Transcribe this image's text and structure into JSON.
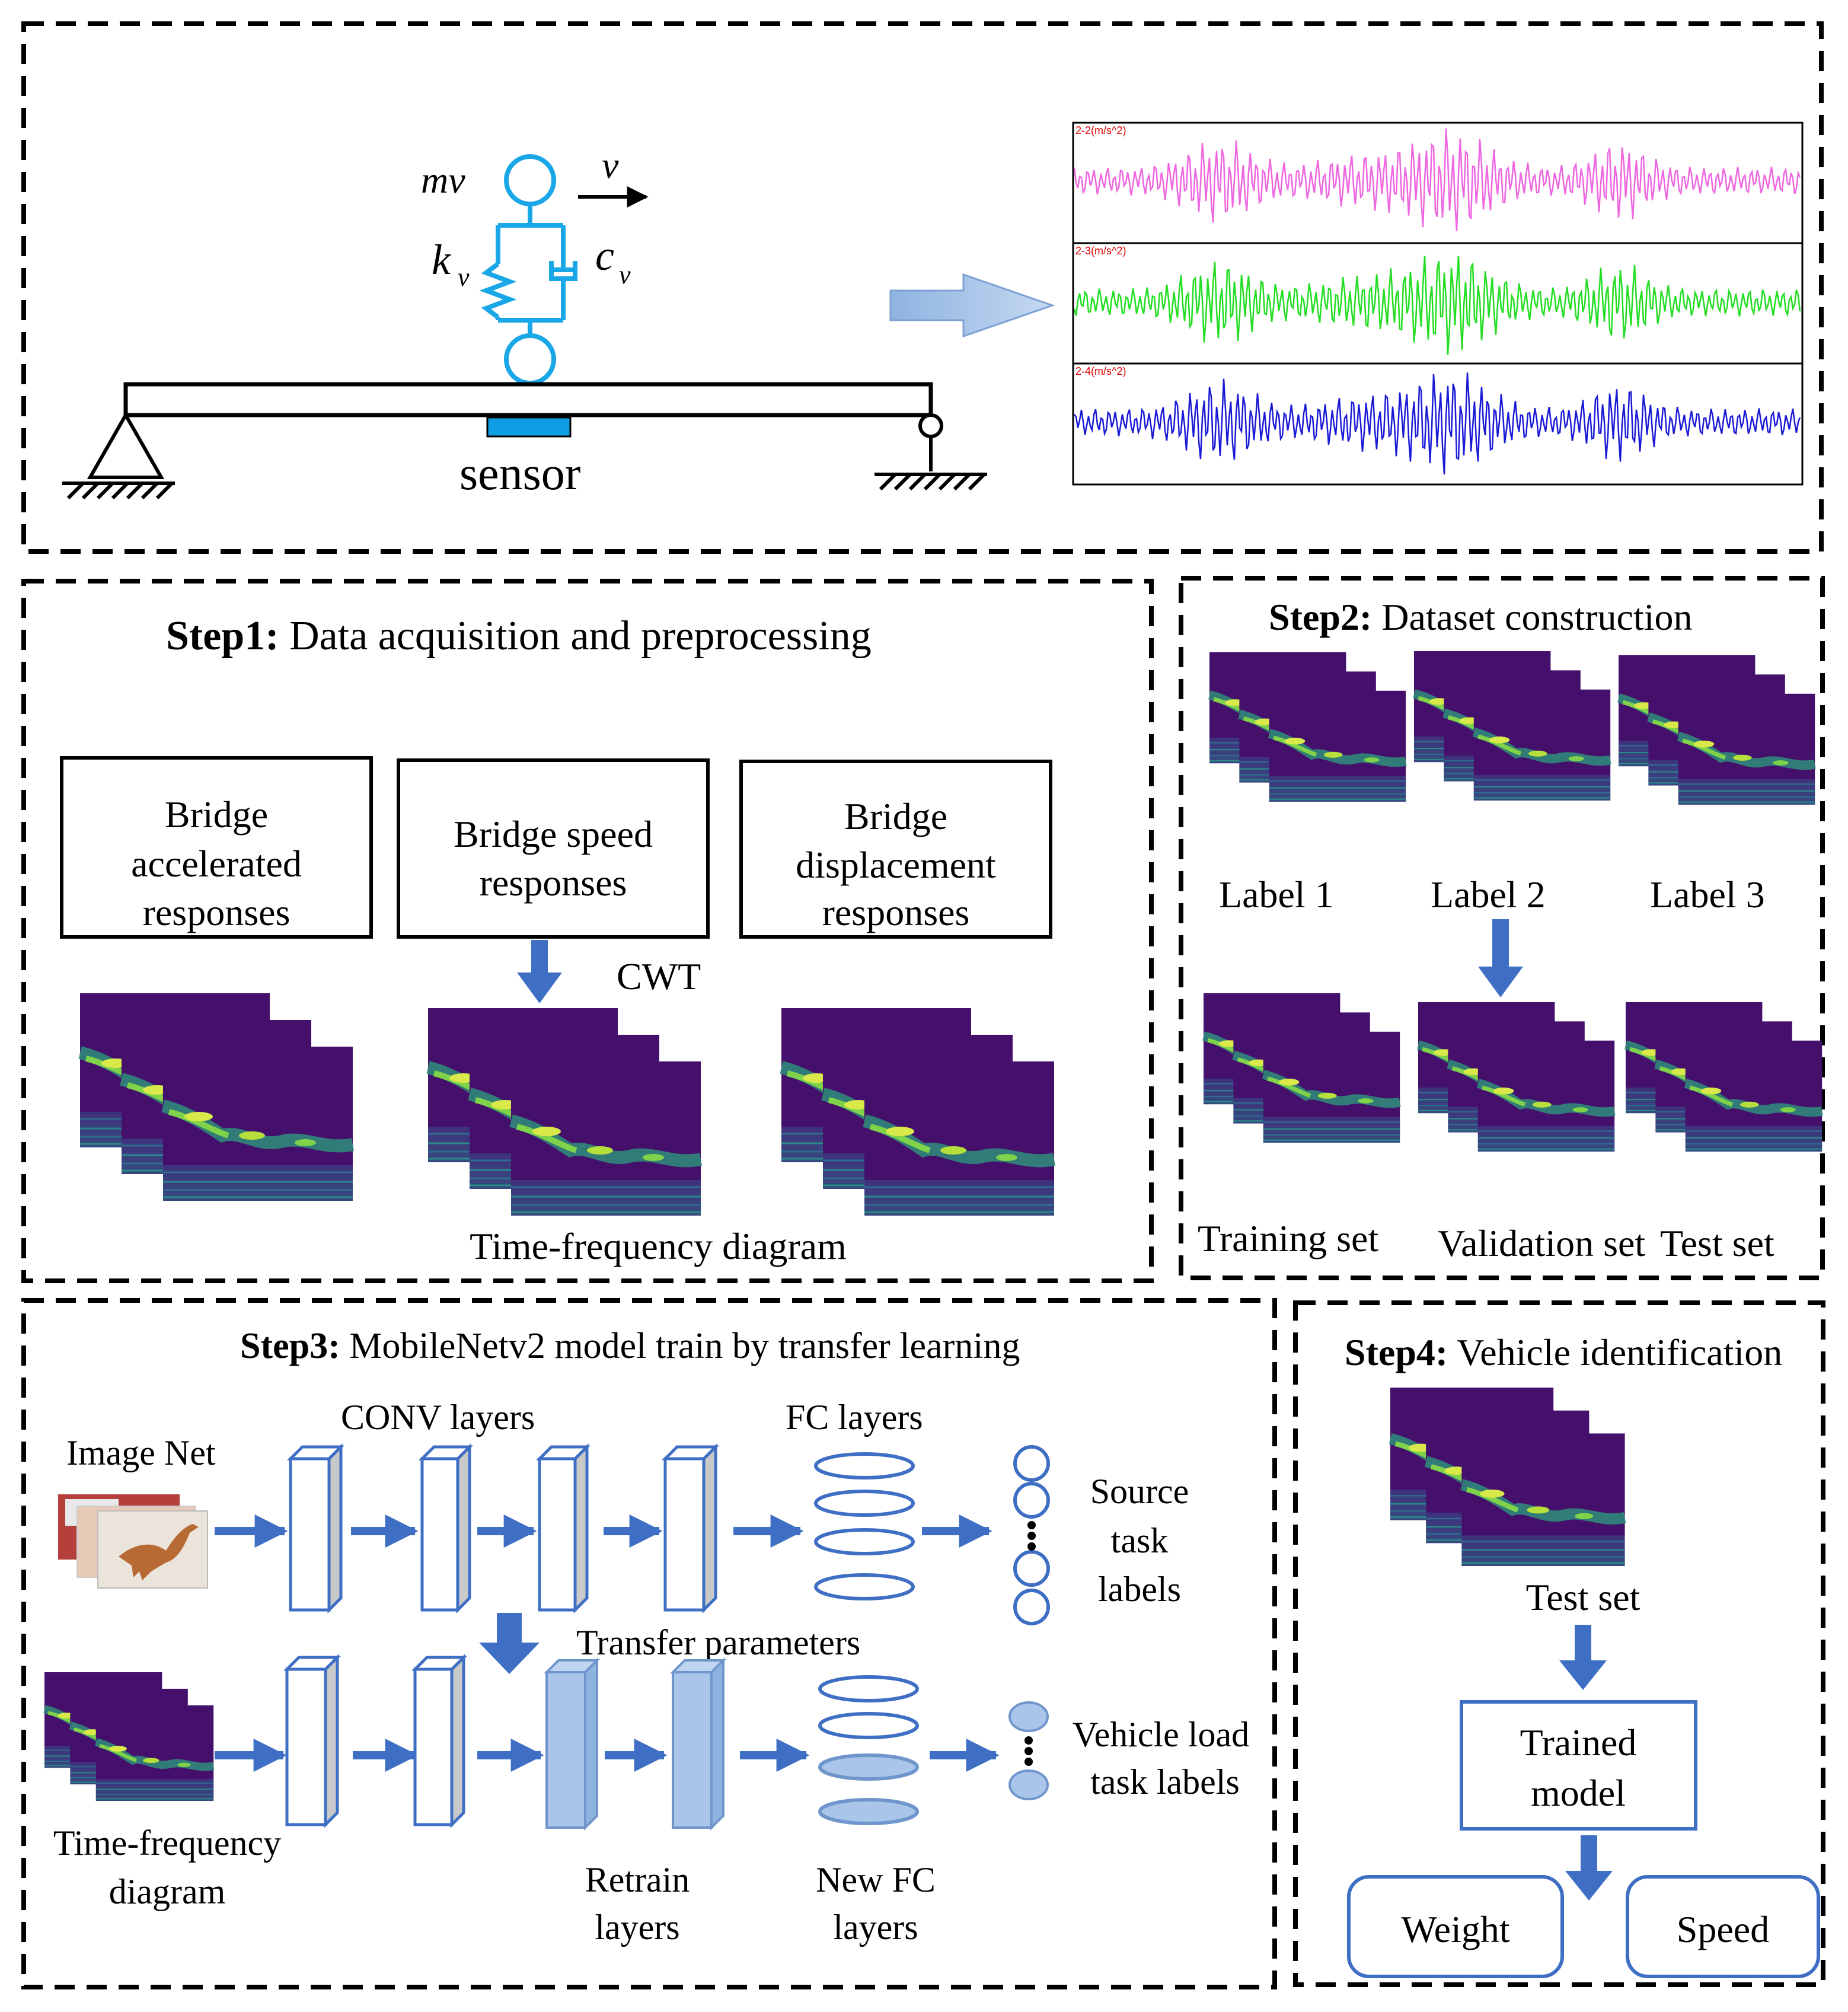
{
  "top_panel": {
    "vehicle_labels": {
      "mv": "mv",
      "v": "v",
      "k": "k",
      "k_sub": "v",
      "c": "c",
      "c_sub": "v"
    },
    "sensor_label": "sensor",
    "signal_channels": [
      {
        "label": "2-2(m/s^2)",
        "color": "#ee66e0"
      },
      {
        "label": "2-3(m/s^2)",
        "color": "#22dd22"
      },
      {
        "label": "2-4(m/s^2)",
        "color": "#1a1ad6"
      }
    ]
  },
  "step1": {
    "title_bold": "Step1:",
    "title_rest": " Data acquisition and preprocessing",
    "boxes": [
      {
        "lines": [
          "Bridge",
          "accelerated",
          "responses"
        ]
      },
      {
        "lines": [
          "Bridge speed",
          "responses"
        ]
      },
      {
        "lines": [
          "Bridge",
          "displacement",
          "responses"
        ]
      }
    ],
    "cwt_label": "CWT",
    "caption": "Time-frequency diagram"
  },
  "step2": {
    "title_bold": "Step2:",
    "title_rest": " Dataset construction",
    "labels": [
      "Label 1",
      "Label 2",
      "Label 3"
    ],
    "sets": [
      "Training set",
      "Validation set",
      "Test set"
    ]
  },
  "step3": {
    "title_bold": "Step3:",
    "title_rest": " MobileNetv2 model train by transfer learning",
    "image_net": "Image Net",
    "conv_layers": "CONV layers",
    "fc_layers": "FC layers",
    "source_labels": [
      "Source",
      "task",
      "labels"
    ],
    "transfer": "Transfer parameters",
    "vehicle_labels": [
      "Vehicle load",
      "task labels"
    ],
    "tf_diagram": [
      "Time-frequency",
      "diagram"
    ],
    "retrain": [
      "Retrain",
      "layers"
    ],
    "new_fc": [
      "New FC",
      "layers"
    ]
  },
  "step4": {
    "title_bold": "Step4:",
    "title_rest": " Vehicle identification",
    "test_set": "Test set",
    "trained_model": [
      "Trained",
      "model"
    ],
    "outputs": [
      "Weight",
      "Speed"
    ]
  },
  "colors": {
    "vehicle": "#1aa7e8",
    "sensor": "#0f9ee3",
    "arrow": "#3f6fc4",
    "layer_fill": "#a9c6ea",
    "spectrogram_bg": "#45106b"
  }
}
